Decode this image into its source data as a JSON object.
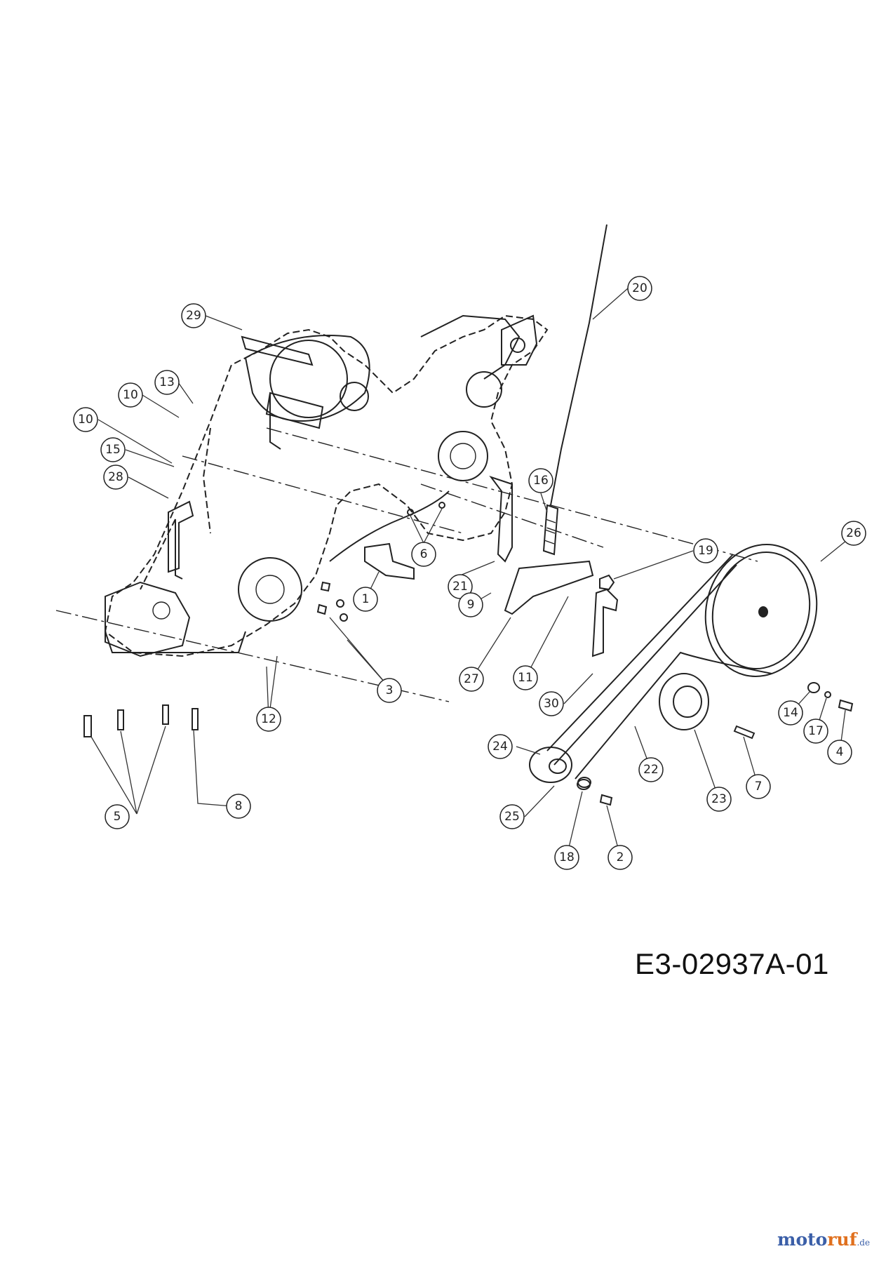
{
  "drawing_code": "E3-02937A-01",
  "watermark": {
    "part1": "moto",
    "part2": "ruf",
    "suffix": ".de",
    "color_primary": "#3b5fa8",
    "color_accent": "#e0701e"
  },
  "callouts": [
    {
      "label": "29"
    },
    {
      "label": "20"
    },
    {
      "label": "13"
    },
    {
      "label": "10"
    },
    {
      "label": "10"
    },
    {
      "label": "15"
    },
    {
      "label": "28"
    },
    {
      "label": "16"
    },
    {
      "label": "26"
    },
    {
      "label": "6"
    },
    {
      "label": "19"
    },
    {
      "label": "21"
    },
    {
      "label": "1"
    },
    {
      "label": "9"
    },
    {
      "label": "27"
    },
    {
      "label": "11"
    },
    {
      "label": "30"
    },
    {
      "label": "3"
    },
    {
      "label": "12"
    },
    {
      "label": "14"
    },
    {
      "label": "17"
    },
    {
      "label": "4"
    },
    {
      "label": "24"
    },
    {
      "label": "22"
    },
    {
      "label": "7"
    },
    {
      "label": "23"
    },
    {
      "label": "5"
    },
    {
      "label": "8"
    },
    {
      "label": "25"
    },
    {
      "label": "18"
    },
    {
      "label": "2"
    }
  ]
}
